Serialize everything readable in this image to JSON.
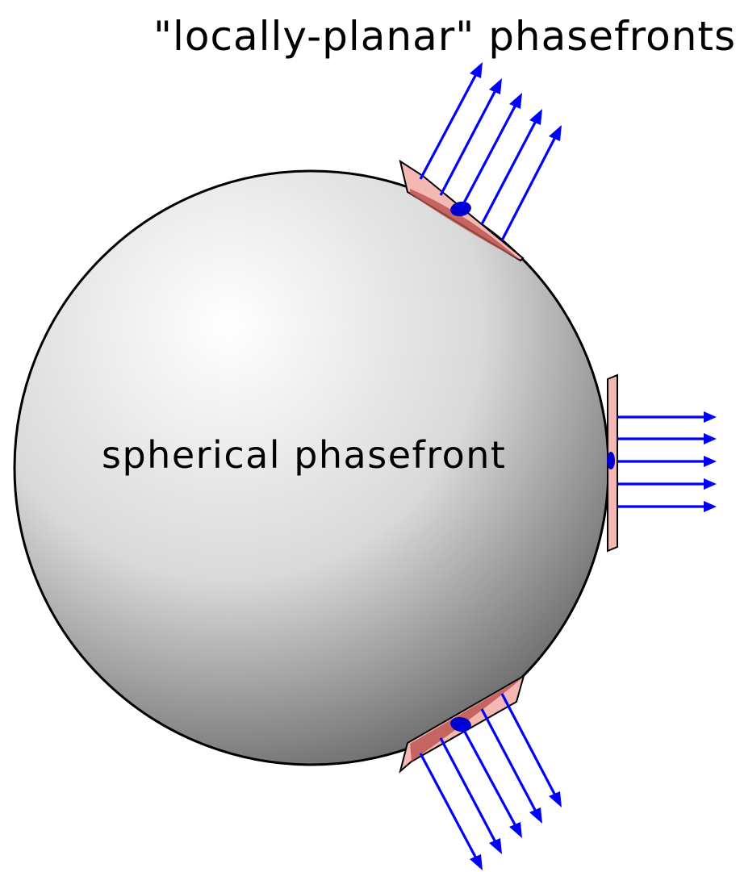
{
  "title": "\"locally-planar\" phasefronts",
  "center_label": "spherical phasefront",
  "colors": {
    "sphere_highlight": "#ffffff",
    "sphere_mid": "#d9d9d9",
    "sphere_edge": "#6e6e6e",
    "plane_fill": "#f4b8b3",
    "patch_fill": "#c75a55",
    "ray": "#0000ff",
    "center_dot": "#0000cc",
    "outline": "#000000"
  },
  "phasefronts": [
    {
      "id": "upper",
      "description": "upper-right planar patch",
      "ray_count": 5
    },
    {
      "id": "right",
      "description": "right planar patch",
      "ray_count": 5
    },
    {
      "id": "lower",
      "description": "lower-right planar patch",
      "ray_count": 5
    }
  ]
}
